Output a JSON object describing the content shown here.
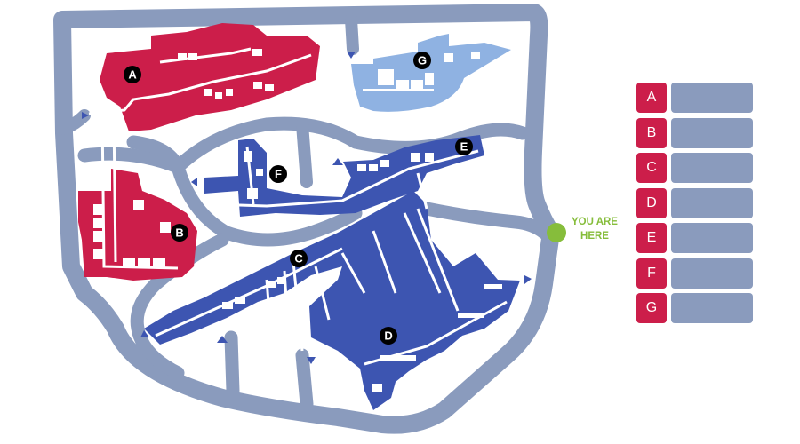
{
  "colors": {
    "road": "#8a9bbd",
    "red_zone": "#cc1e4a",
    "dark_blue_zone": "#3d55b1",
    "light_blue_zone": "#8fb2e2",
    "here": "#86bd3b",
    "legend_letter": "#cc1e4a",
    "legend_field": "#8a9bbd",
    "marker": "#000000"
  },
  "markers": [
    {
      "id": "A",
      "label": "A",
      "zone": "red_zone"
    },
    {
      "id": "B",
      "label": "B",
      "zone": "red_zone"
    },
    {
      "id": "C",
      "label": "C",
      "zone": "dark_blue_zone"
    },
    {
      "id": "D",
      "label": "D",
      "zone": "dark_blue_zone"
    },
    {
      "id": "E",
      "label": "E",
      "zone": "dark_blue_zone"
    },
    {
      "id": "F",
      "label": "F",
      "zone": "dark_blue_zone"
    },
    {
      "id": "G",
      "label": "G",
      "zone": "light_blue_zone"
    }
  ],
  "you_are_here": {
    "line1": "YOU ARE",
    "line2": "HERE"
  },
  "legend": {
    "items": [
      {
        "letter": "A"
      },
      {
        "letter": "B"
      },
      {
        "letter": "C"
      },
      {
        "letter": "D"
      },
      {
        "letter": "E"
      },
      {
        "letter": "F"
      },
      {
        "letter": "G"
      }
    ]
  }
}
